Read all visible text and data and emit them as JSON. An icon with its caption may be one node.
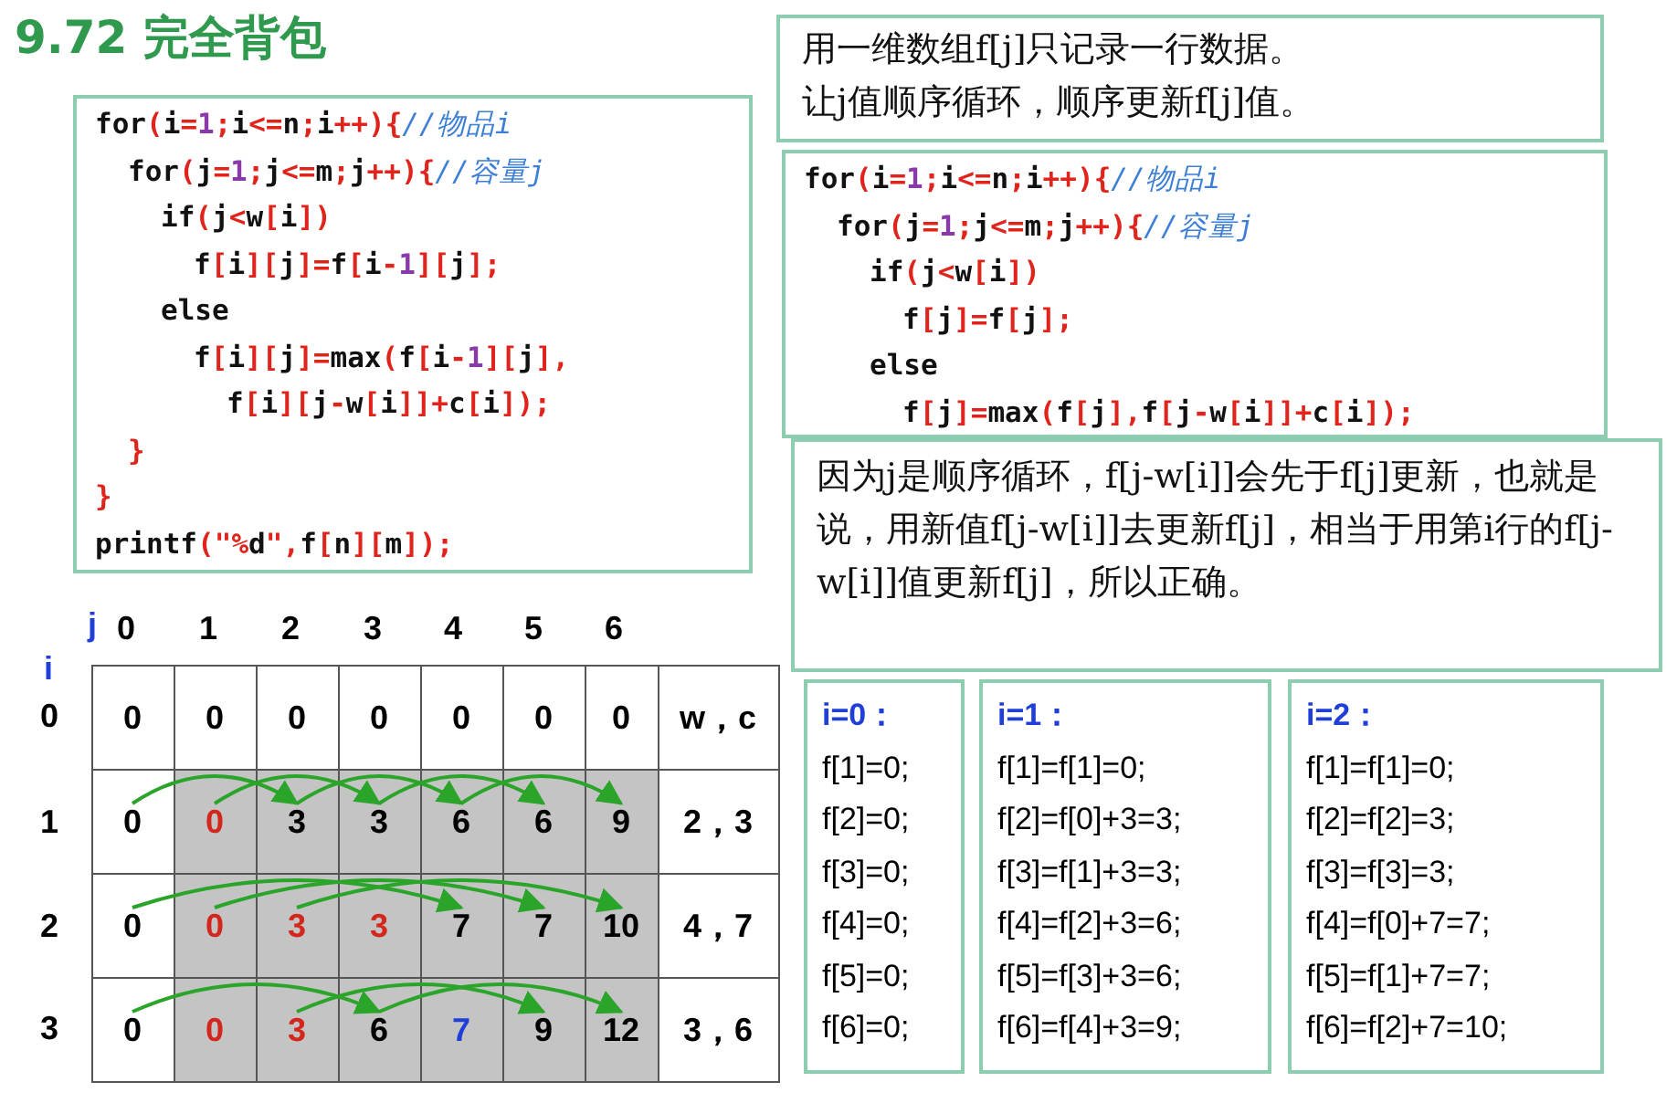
{
  "diagram": {
    "title": "9.72 完全背包",
    "nodes": [
      {
        "text": [
          "for(i=1;i<=n;i++){//物品i",
          "for(j=1;j<=m;j++){//容量j",
          "if(j<w[i])",
          "f[i][j]=f[i-1][j];",
          "else",
          "f[i][j]=max(f[i-1][j],",
          "f[i][j-w[i]]+c[i]);",
          "}",
          "}",
          "printf(\"%d\",f[n][m]);"
        ]
      },
      {
        "text": [
          "用一维数组f[j]只记录一行数据。",
          "让j值顺序循环，顺序更新f[j]值。"
        ]
      },
      {
        "text": [
          "for(i=1;i<=n;i++){//物品i",
          "for(j=1;j<=m;j++){//容量j",
          "if(j<w[i])",
          "f[j]=f[j];",
          "else",
          "f[j]=max(f[j],f[j-w[i]]+c[i]);"
        ]
      },
      {
        "text": [
          "因为j是顺序循环，f[j-w[i]]会先于f[j]更新，也就是说，用新值f[j-w[i]]去更新f[j]，相当于用第i行的f[j-w[i]]值更新f[j]，所以正确。"
        ]
      },
      {
        "text": [
          "i=0：",
          "f[1]=0;",
          "f[2]=0;",
          "f[3]=0;",
          "f[4]=0;",
          "f[5]=0;",
          "f[6]=0;"
        ]
      },
      {
        "text": [
          "i=1：",
          "f[1]=f[1]=0;",
          "f[2]=f[0]+3=3;",
          "f[3]=f[1]+3=3;",
          "f[4]=f[2]+3=6;",
          "f[5]=f[3]+3=6;",
          "f[6]=f[4]+3=9;"
        ]
      },
      {
        "text": [
          "i=2：",
          "f[1]=f[1]=0;",
          "f[2]=f[2]=3;",
          "f[3]=f[3]=3;",
          "f[4]=f[0]+7=7;",
          "f[5]=f[1]+7=7;",
          "f[6]=f[2]+7=10;"
        ]
      },
      {
        "text": [
          "0"
        ]
      },
      {
        "text": [
          "0"
        ]
      },
      {
        "text": [
          "0"
        ]
      },
      {
        "text": [
          "0"
        ]
      },
      {
        "text": [
          "0"
        ]
      },
      {
        "text": [
          "0"
        ]
      },
      {
        "text": [
          "0"
        ]
      },
      {
        "text": [
          "w，c"
        ]
      },
      {
        "text": [
          "0"
        ]
      },
      {
        "text": [
          "0"
        ]
      },
      {
        "text": [
          "3"
        ]
      },
      {
        "text": [
          "3"
        ]
      },
      {
        "text": [
          "6"
        ]
      },
      {
        "text": [
          "6"
        ]
      },
      {
        "text": [
          "9"
        ]
      },
      {
        "text": [
          "2，3"
        ]
      },
      {
        "text": [
          "0"
        ]
      },
      {
        "text": [
          "0"
        ]
      },
      {
        "text": [
          "3"
        ]
      },
      {
        "text": [
          "3"
        ]
      },
      {
        "text": [
          "7"
        ]
      },
      {
        "text": [
          "7"
        ]
      },
      {
        "text": [
          "10"
        ]
      },
      {
        "text": [
          "4，7"
        ]
      },
      {
        "text": [
          "0"
        ]
      },
      {
        "text": [
          "0"
        ]
      },
      {
        "text": [
          "3"
        ]
      },
      {
        "text": [
          "6"
        ]
      },
      {
        "text": [
          "7"
        ]
      },
      {
        "text": [
          "9"
        ]
      },
      {
        "text": [
          "12"
        ]
      },
      {
        "text": [
          "3，6"
        ]
      }
    ],
    "edges": [
      {
        "from": 15,
        "to": 17,
        "arrow": "to"
      },
      {
        "from": 16,
        "to": 18,
        "arrow": "to"
      },
      {
        "from": 17,
        "to": 19,
        "arrow": "to"
      },
      {
        "from": 18,
        "to": 20,
        "arrow": "to"
      },
      {
        "from": 19,
        "to": 21,
        "arrow": "to"
      },
      {
        "from": 23,
        "to": 27,
        "arrow": "to"
      },
      {
        "from": 24,
        "to": 28,
        "arrow": "to"
      },
      {
        "from": 25,
        "to": 29,
        "arrow": "to"
      },
      {
        "from": 31,
        "to": 34,
        "arrow": "to"
      },
      {
        "from": 33,
        "to": 36,
        "arrow": "to"
      },
      {
        "from": 34,
        "to": 37,
        "arrow": "to"
      }
    ],
    "labels": [
      "j",
      "0",
      "1",
      "2",
      "3",
      "4",
      "5",
      "6",
      "i",
      "0",
      "1",
      "2",
      "3"
    ]
  }
}
